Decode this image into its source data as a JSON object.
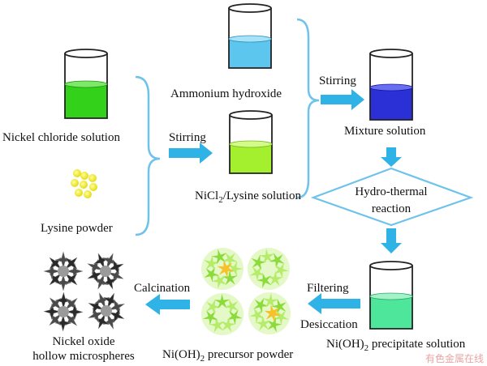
{
  "labels": {
    "nickel_chloride": "Nickel chloride solution",
    "lysine_powder": "Lysine powder",
    "ammonium_hydroxide": "Ammonium hydroxide",
    "stirring_1": "Stirring",
    "nicl2_main": "NiCl",
    "nicl2_sub": "2",
    "nicl2_rest": "/Lysine solution",
    "stirring_2": "Stirring",
    "mixture": "Mixture solution",
    "hydrothermal_1": "Hydro-thermal",
    "hydrothermal_2": "reaction",
    "filtering": "Filtering",
    "desiccation": "Desiccation",
    "precipitate_main": "Ni(OH)",
    "precipitate_sub": "2",
    "precipitate_rest": " precipitate solution",
    "calcination": "Calcination",
    "precursor_main": "Ni(OH)",
    "precursor_sub": "2",
    "precursor_rest": " precursor powder",
    "nickel_oxide_1": "Nickel oxide",
    "nickel_oxide_2": "hollow microspheres",
    "watermark": "有色金属在线"
  },
  "colors": {
    "arrow": "#2fb3e6",
    "brace": "#6fc3ea",
    "nickel_liquid": "#33d11a",
    "ammonium_liquid": "#5cc6ee",
    "lysine_liquid": "#a4f02e",
    "mixture_liquid": "#2b2fd6",
    "precipitate_liquid": "#4ee69a",
    "lysine_powder": "#f2ee3a",
    "precursor_green": "#8bdc3a",
    "precursor_yellow": "#f5c22a",
    "oxide": "#2a2a2a"
  }
}
